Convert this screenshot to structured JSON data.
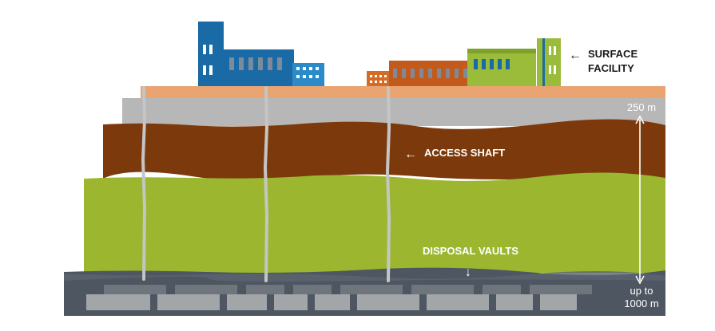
{
  "labels": {
    "surface_facility_line1": "SURFACE",
    "surface_facility_line2": "FACILITY",
    "access_shaft": "ACCESS SHAFT",
    "disposal_vaults": "DISPOSAL VAULTS",
    "depth_top": "250 m",
    "depth_bottom_line1": "up to",
    "depth_bottom_line2": "1000 m"
  },
  "arrows": {
    "left_arrow": "←",
    "down_arrow": "↓"
  },
  "colors": {
    "topsoil": "#e9a472",
    "gravel": "#b7b7b7",
    "clay": "#7c3a0c",
    "bedrock": "#9cb72f",
    "deep_rock": "#4e5661",
    "vault": "#a3a6a8",
    "shaft": "#c5c5c5",
    "building_blue": "#1a6aa6",
    "building_lightblue": "#2a8bc8",
    "building_orange": "#c25a1c",
    "building_green": "#9bbb3b",
    "label_dark": "#1a1a1a",
    "label_light": "#ffffff"
  }
}
